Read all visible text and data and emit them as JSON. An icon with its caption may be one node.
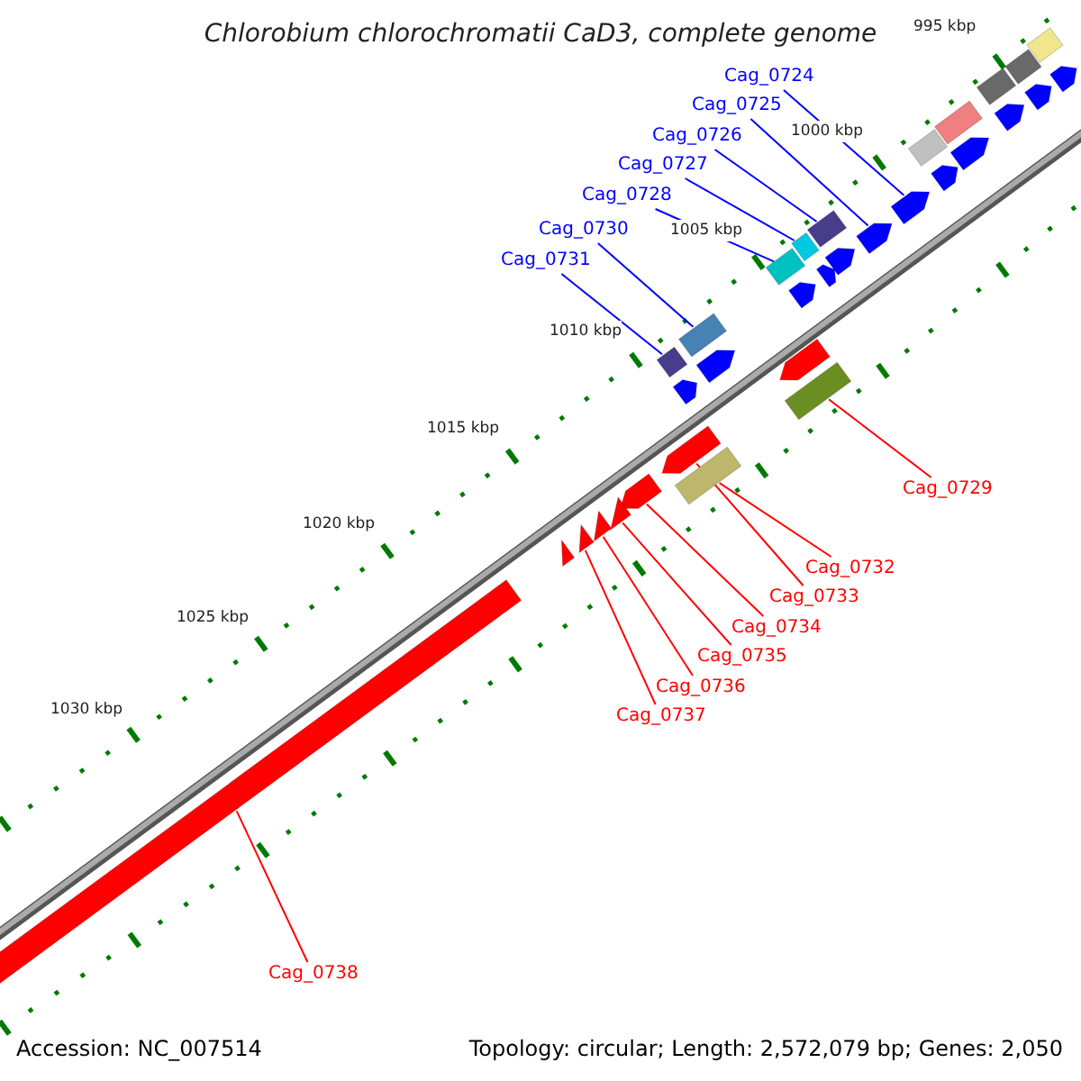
{
  "diagram": {
    "title": "Chlorobium chlorochromatii CaD3, complete genome",
    "nodes": [
      {
        "text": [
          "Cag_0724"
        ]
      },
      {
        "text": [
          "Cag_0725"
        ]
      },
      {
        "text": [
          "Cag_0726"
        ]
      },
      {
        "text": [
          "Cag_0727"
        ]
      },
      {
        "text": [
          "Cag_0728"
        ]
      },
      {
        "text": [
          "Cag_0730"
        ]
      },
      {
        "text": [
          "Cag_0731"
        ]
      },
      {
        "text": [
          "Cag_0729"
        ]
      },
      {
        "text": [
          "Cag_0732"
        ]
      },
      {
        "text": [
          "Cag_0733"
        ]
      },
      {
        "text": [
          "Cag_0734"
        ]
      },
      {
        "text": [
          "Cag_0735"
        ]
      },
      {
        "text": [
          "Cag_0736"
        ]
      },
      {
        "text": [
          "Cag_0737"
        ]
      },
      {
        "text": [
          "Cag_0738"
        ]
      },
      {
        "text": [],
        "shape": "arrow"
      },
      {
        "text": [],
        "shape": "arrow"
      },
      {
        "text": [],
        "shape": "box"
      },
      {
        "text": [],
        "shape": "box"
      },
      {
        "text": [],
        "shape": "box"
      },
      {
        "text": [],
        "shape": "box"
      },
      {
        "text": [],
        "shape": "box"
      },
      {
        "text": [],
        "shape": "box"
      },
      {
        "text": [],
        "shape": "box"
      },
      {
        "text": [],
        "shape": "arrow"
      },
      {
        "text": [],
        "shape": "arrow"
      },
      {
        "text": [],
        "shape": "arrow"
      },
      {
        "text": [],
        "shape": "arrow"
      },
      {
        "text": [],
        "shape": "arrow"
      },
      {
        "text": [],
        "shape": "arrow"
      },
      {
        "text": [],
        "shape": "box"
      },
      {
        "text": [],
        "shape": "box"
      },
      {
        "text": [],
        "shape": "box"
      },
      {
        "text": [],
        "shape": "box"
      },
      {
        "text": [],
        "shape": "box"
      },
      {
        "text": [],
        "shape": "arrow"
      },
      {
        "text": [],
        "shape": "arrow"
      },
      {
        "text": [],
        "shape": "arrow"
      },
      {
        "text": [],
        "shape": "arrow"
      },
      {
        "text": [],
        "shape": "arrow"
      },
      {
        "text": [],
        "shape": "arrow"
      },
      {
        "text": [],
        "shape": "arrow"
      },
      {
        "text": [],
        "shape": "arrow"
      },
      {
        "text": [],
        "shape": "arrow"
      },
      {
        "text": [],
        "shape": "arrow"
      },
      {
        "text": [],
        "shape": "arrow"
      },
      {
        "text": [],
        "shape": "arrow"
      }
    ],
    "edges": [
      {
        "from": 0,
        "to": 15,
        "arrow": "none",
        "color": "#0000ff"
      },
      {
        "from": 1,
        "to": 16,
        "arrow": "none",
        "color": "#0000ff"
      },
      {
        "from": 2,
        "to": 17,
        "arrow": "none",
        "color": "#0000ff"
      },
      {
        "from": 3,
        "to": 18,
        "arrow": "none",
        "color": "#0000ff"
      },
      {
        "from": 4,
        "to": 19,
        "arrow": "none",
        "color": "#0000ff"
      },
      {
        "from": 5,
        "to": 20,
        "arrow": "none",
        "color": "#0000ff"
      },
      {
        "from": 6,
        "to": 21,
        "arrow": "none",
        "color": "#0000ff"
      },
      {
        "from": 7,
        "to": 22,
        "arrow": "none"
      },
      {
        "from": 8,
        "to": 23,
        "arrow": "none"
      },
      {
        "from": 9,
        "to": 24,
        "arrow": "none"
      },
      {
        "from": 10,
        "to": 25,
        "arrow": "none"
      },
      {
        "from": 11,
        "to": 26,
        "arrow": "none"
      },
      {
        "from": 12,
        "to": 27,
        "arrow": "none"
      },
      {
        "from": 13,
        "to": 28,
        "arrow": "none"
      },
      {
        "from": 14,
        "to": 29,
        "arrow": "none"
      }
    ],
    "labels": [
      "995 kbp",
      "1000 kbp",
      "1005 kbp",
      "1010 kbp",
      "1015 kbp",
      "1020 kbp",
      "1025 kbp",
      "1030 kbp",
      "Accession: NC_007514",
      "Topology: circular; Length: 2,572,079 bp; Genes: 2,050"
    ]
  }
}
